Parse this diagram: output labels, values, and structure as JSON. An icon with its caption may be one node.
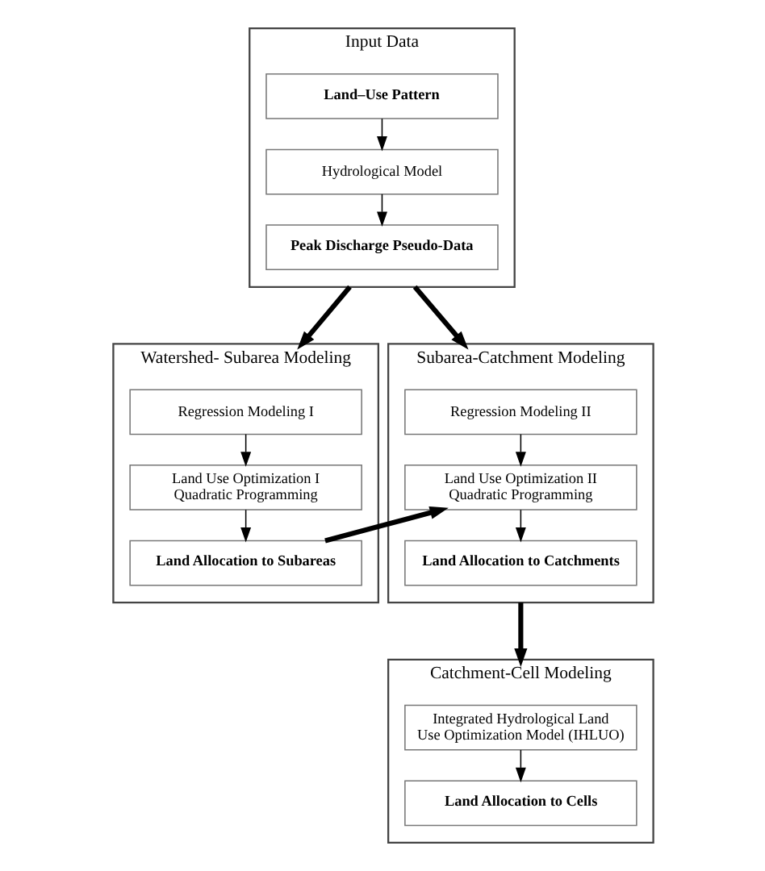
{
  "diagram": {
    "nodes": [
      {
        "text": [
          "Input Data"
        ]
      },
      {
        "text": [
          "Land–Use Pattern"
        ],
        "in": 0
      },
      {
        "text": [
          "Hydrological Model"
        ],
        "in": 0
      },
      {
        "text": [
          "Peak Discharge Pseudo-Data"
        ],
        "in": 0
      },
      {
        "text": [
          "Watershed- Subarea Modeling"
        ]
      },
      {
        "text": [
          "Regression Modeling I"
        ],
        "in": 4
      },
      {
        "text": [
          "Land Use Optimization I Quadratic Programming"
        ],
        "in": 4
      },
      {
        "text": [
          "Land Allocation to Subareas"
        ],
        "in": 4
      },
      {
        "text": [
          "Subarea-Catchment Modeling"
        ]
      },
      {
        "text": [
          "Regression Modeling II"
        ],
        "in": 8
      },
      {
        "text": [
          "Land Use Optimization II Quadratic Programming"
        ],
        "in": 8
      },
      {
        "text": [
          "Land Allocation to Catchments"
        ],
        "in": 8
      },
      {
        "text": [
          "Catchment-Cell Modeling"
        ]
      },
      {
        "text": [
          "Integrated Hydrological Land Use Optimization Model (IHLUO)"
        ],
        "in": 12
      },
      {
        "text": [
          "Land Allocation to Cells"
        ],
        "in": 12
      }
    ],
    "edges": [
      {
        "from": 1,
        "to": 2,
        "arrow": "to"
      },
      {
        "from": 2,
        "to": 3,
        "arrow": "to"
      },
      {
        "from": 0,
        "to": 4,
        "arrow": "to",
        "style": "thick"
      },
      {
        "from": 0,
        "to": 8,
        "arrow": "to",
        "style": "thick"
      },
      {
        "from": 5,
        "to": 6,
        "arrow": "to"
      },
      {
        "from": 6,
        "to": 7,
        "arrow": "to"
      },
      {
        "from": 9,
        "to": 10,
        "arrow": "to"
      },
      {
        "from": 10,
        "to": 11,
        "arrow": "to"
      },
      {
        "from": 7,
        "to": 10,
        "arrow": "to",
        "style": "thick"
      },
      {
        "from": 8,
        "to": 12,
        "arrow": "to",
        "style": "thick"
      },
      {
        "from": 13,
        "to": 14,
        "arrow": "to"
      }
    ]
  }
}
